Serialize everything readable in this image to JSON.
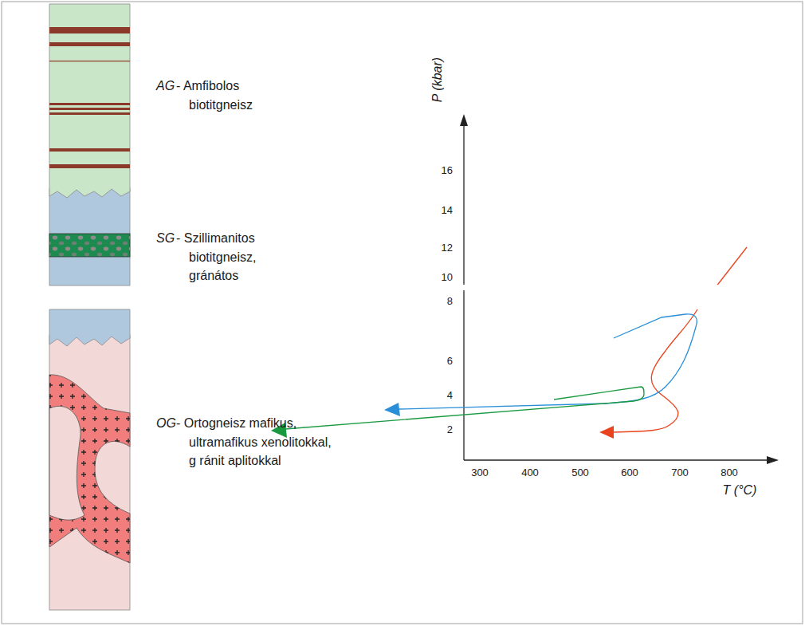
{
  "diagram": {
    "labels": [
      "AG",
      "- Amfibolos biotitgneisz",
      "SG",
      "- Szillimanitos biotitgneisz, gránátos",
      "OG",
      "- Ortogneisz mafikus, ultramafikus xenolitokkal, g ránit aplitokkal",
      "P (kbar)",
      "16",
      "14",
      "12",
      "10",
      "8",
      "6",
      "4",
      "2",
      "300",
      "400",
      "500",
      "600",
      "700",
      "800",
      "T (°C)"
    ]
  }
}
